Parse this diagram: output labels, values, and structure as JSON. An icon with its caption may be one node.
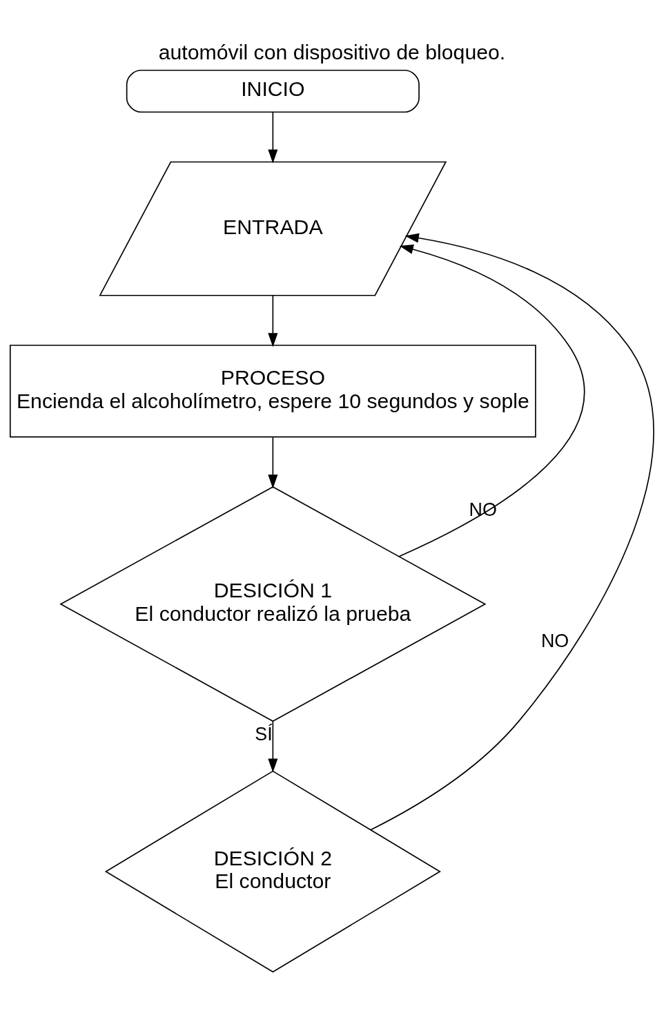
{
  "diagram": {
    "title": "automóvil con dispositivo de bloqueo.",
    "nodes": [
      {
        "text": [
          "INICIO"
        ]
      },
      {
        "text": [
          "ENTRADA"
        ]
      },
      {
        "text": [
          "PROCESO",
          "Encienda el alcoholímetro, espere 10 segundos y sople"
        ]
      },
      {
        "text": [
          "DESICIÓN 1",
          "El conductor realizó la prueba"
        ]
      },
      {
        "text": [
          "DESICIÓN 2",
          "El conductor"
        ]
      }
    ],
    "edges": [
      {
        "from": 0,
        "to": 1,
        "arrow": "to"
      },
      {
        "from": 1,
        "to": 2,
        "arrow": "to"
      },
      {
        "from": 2,
        "to": 3,
        "arrow": "to"
      },
      {
        "from": 3,
        "to": 4,
        "arrow": "to",
        "label": "SÍ"
      },
      {
        "from": 3,
        "to": 1,
        "arrow": "to",
        "label": "NO"
      },
      {
        "from": 4,
        "to": 1,
        "arrow": "to",
        "label": "NO"
      }
    ]
  }
}
